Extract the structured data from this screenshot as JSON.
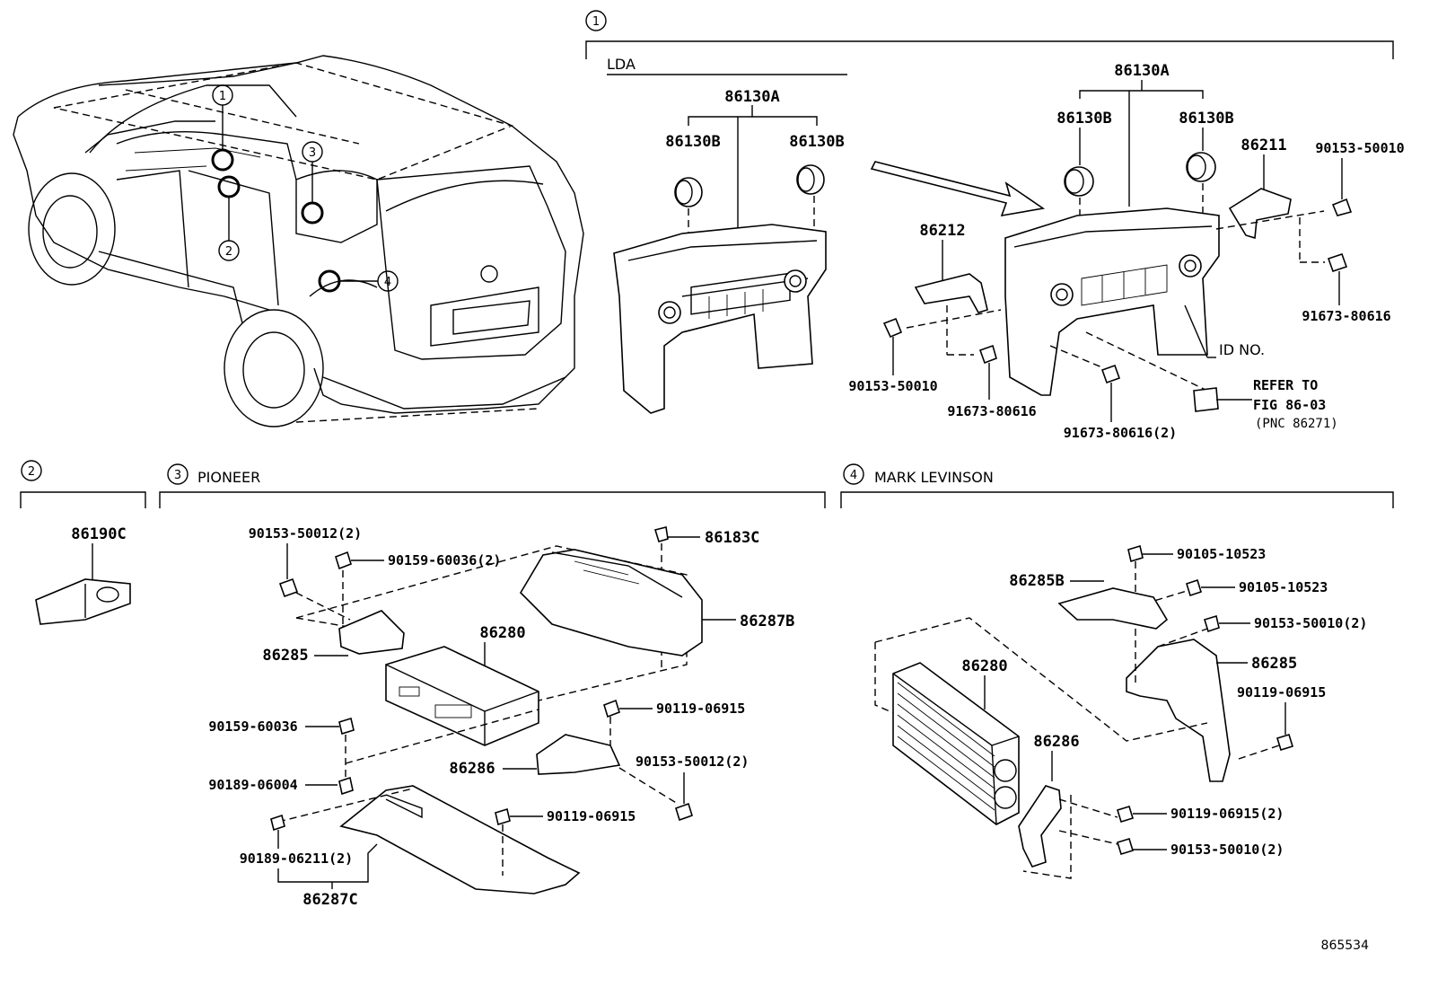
{
  "sections": {
    "s1": {
      "num": "1",
      "sub": "LDA"
    },
    "s2": {
      "num": "2"
    },
    "s3": {
      "num": "3",
      "title": "PIONEER"
    },
    "s4": {
      "num": "4",
      "title": "MARK LEVINSON"
    }
  },
  "vehicle_callouts": [
    "1",
    "2",
    "3",
    "4"
  ],
  "lda_parts": {
    "p86130A": "86130A",
    "p86130B_l": "86130B",
    "p86130B_r": "86130B"
  },
  "main_parts": {
    "p86130A": "86130A",
    "p86130B_l": "86130B",
    "p86130B_r": "86130B",
    "p86211": "86211",
    "p90153_50010_top": "90153-50010",
    "p91673_80616_r": "91673-80616",
    "p86212": "86212",
    "p90153_50010_l": "90153-50010",
    "p91673_80616_b": "91673-80616",
    "p91673_80616_2": "91673-80616(2)",
    "id_no": "ID NO.",
    "refer1": "REFER TO",
    "refer2": "FIG 86-03",
    "refer3": "(PNC 86271)"
  },
  "s2_parts": {
    "p86190C": "86190C"
  },
  "s3_parts": {
    "p90153_50012_2a": "90153-50012(2)",
    "p90159_60036_2": "90159-60036(2)",
    "p86183C": "86183C",
    "p86287B": "86287B",
    "p86285": "86285",
    "p86280": "86280",
    "p90119_06915_a": "90119-06915",
    "p90159_60036": "90159-60036",
    "p86286": "86286",
    "p90153_50012_2b": "90153-50012(2)",
    "p90189_06004": "90189-06004",
    "p90119_06915_b": "90119-06915",
    "p90189_06211_2": "90189-06211(2)",
    "p86287C": "86287C"
  },
  "s4_parts": {
    "p90105_10523_a": "90105-10523",
    "p86285B": "86285B",
    "p90105_10523_b": "90105-10523",
    "p90153_50010_2a": "90153-50010(2)",
    "p86280": "86280",
    "p86285": "86285",
    "p90119_06915": "90119-06915",
    "p86286": "86286",
    "p90119_06915_2": "90119-06915(2)",
    "p90153_50010_2b": "90153-50010(2)"
  },
  "figure_id": "865534"
}
